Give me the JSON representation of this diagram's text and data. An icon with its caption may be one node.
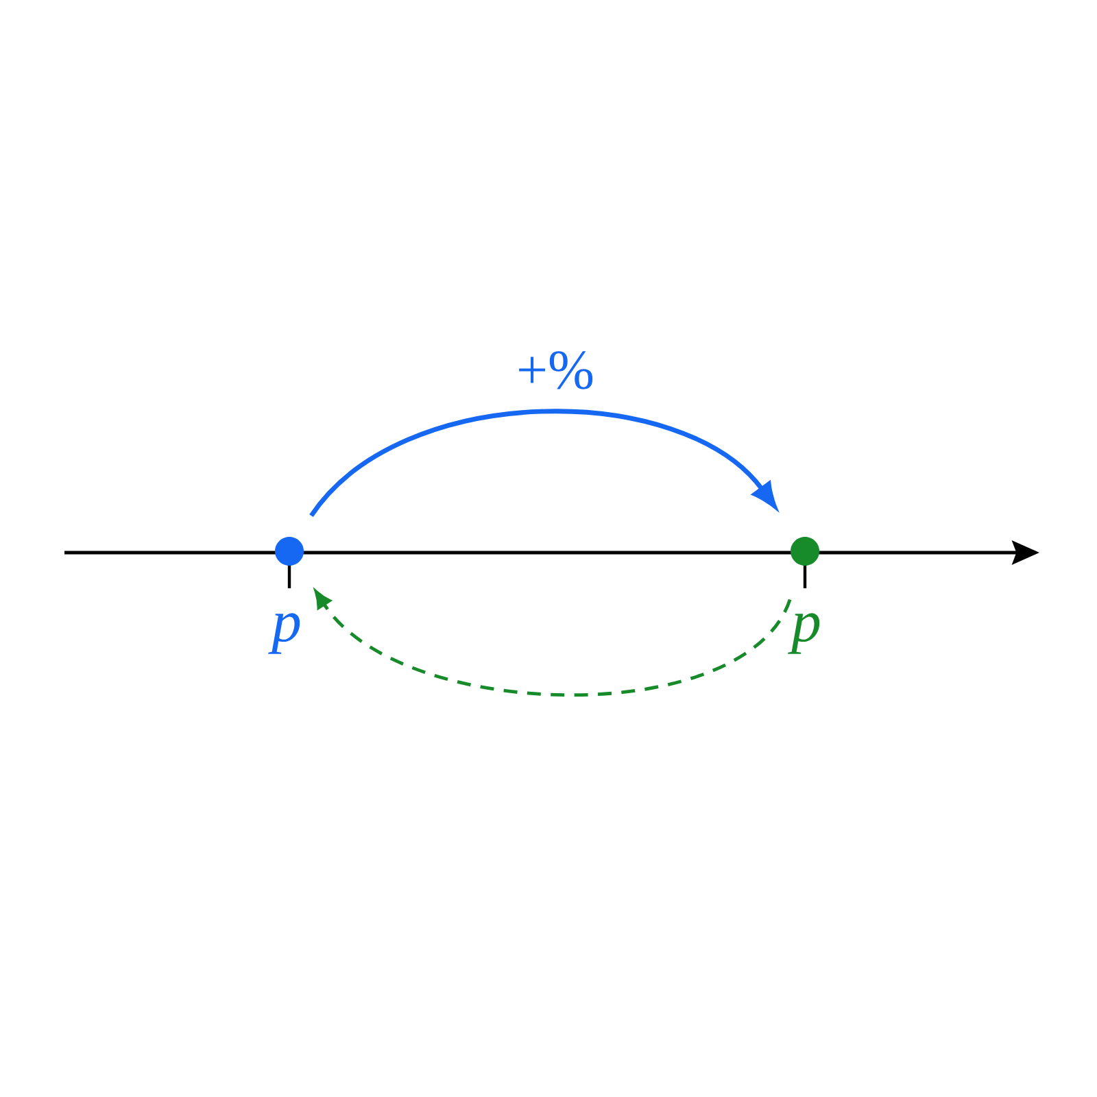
{
  "diagram": {
    "nodes": [
      {
        "text": [],
        "shape": "circle",
        "beside": [
          "p"
        ]
      },
      {
        "text": [],
        "shape": "circle",
        "beside": [
          "p"
        ]
      }
    ],
    "edges": [
      {
        "from": 0,
        "to": 1,
        "arrow": "to",
        "label": "+%",
        "color": "#1668f2"
      },
      {
        "from": 1,
        "to": 0,
        "arrow": "to",
        "style": "dashed",
        "color": "#178a2a"
      }
    ]
  }
}
